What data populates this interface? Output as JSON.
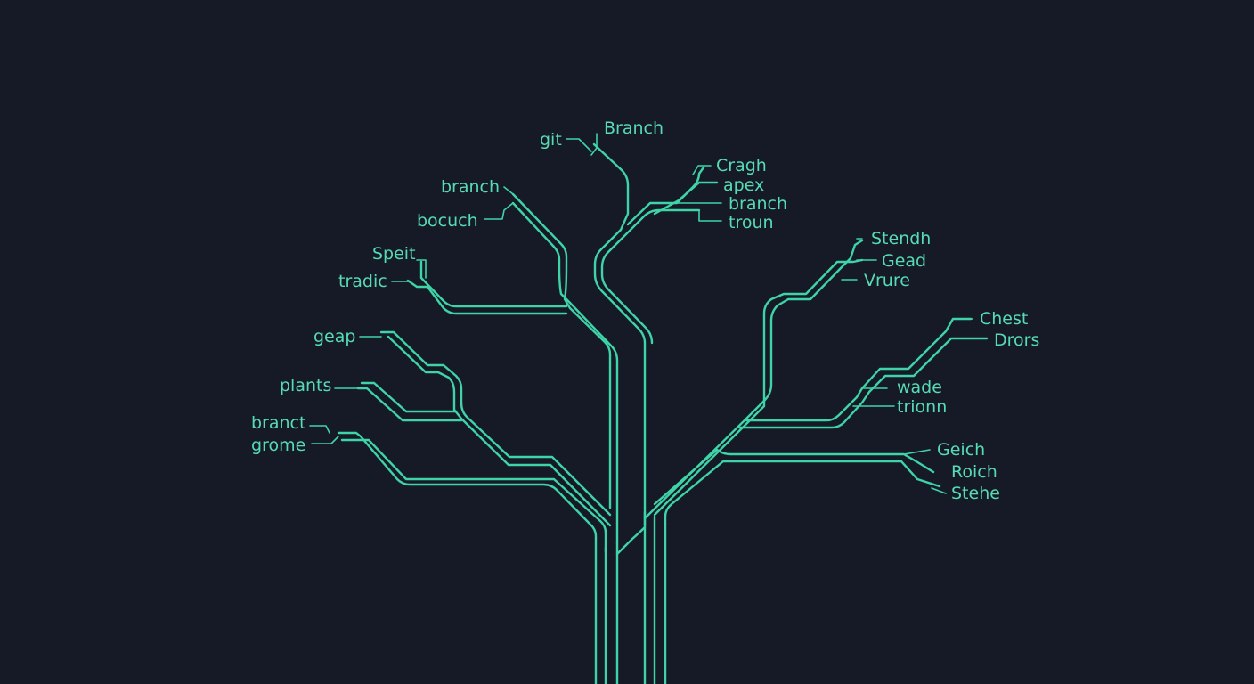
{
  "colors": {
    "background": "#161a26",
    "line": "#3fd3a8",
    "text": "#56dbb4"
  },
  "labels": {
    "git": "git",
    "branch_top": "Branch",
    "cragh": "Cragh",
    "apex": "apex",
    "branch_right": "branch",
    "troun": "troun",
    "branch_left": "branch",
    "bocuch": "bocuch",
    "speit": "Speit",
    "tradic": "tradic",
    "stendh": "Stendh",
    "gead": "Gead",
    "vrure": "Vrure",
    "geap": "geap",
    "chest": "Chest",
    "drors": "Drors",
    "plants": "plants",
    "wade": "wade",
    "trionn": "trionn",
    "branct": "branct",
    "grome": "grome",
    "geich": "Geich",
    "roich": "Roich",
    "stehe": "Stehe"
  }
}
